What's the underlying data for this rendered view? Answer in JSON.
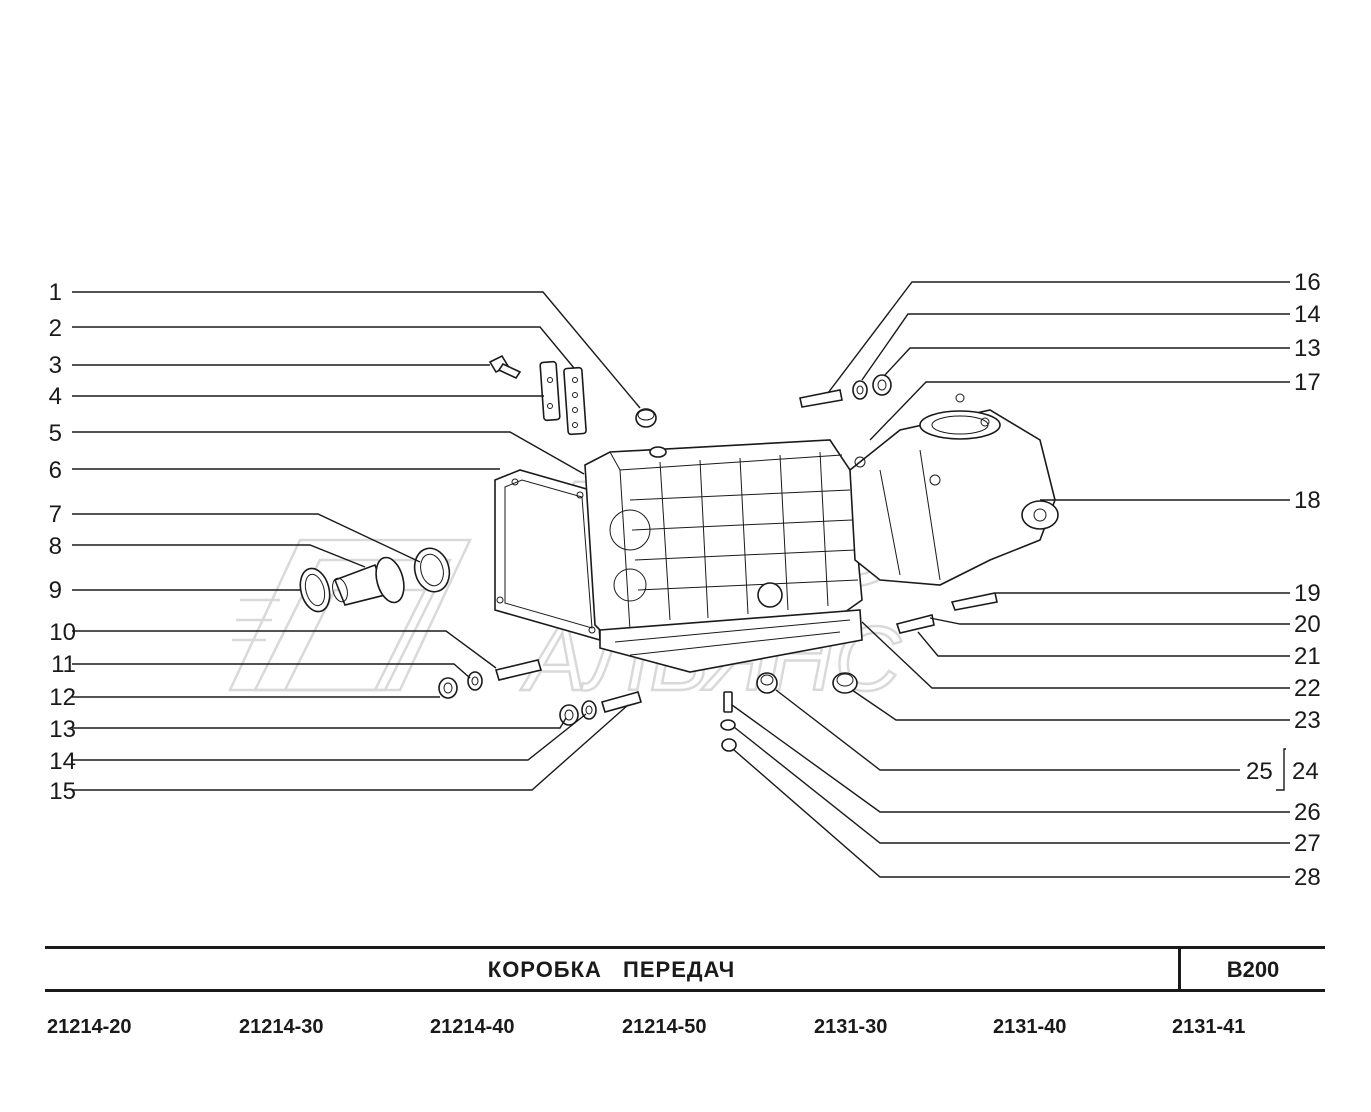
{
  "diagram": {
    "watermark": {
      "line1": "АВТО",
      "line2": "АЛЬЯНС"
    },
    "callouts_left": [
      "1",
      "2",
      "3",
      "4",
      "5",
      "6",
      "7",
      "8",
      "9",
      "10",
      "11",
      "12",
      "13",
      "14",
      "15"
    ],
    "callouts_right": [
      "16",
      "14",
      "13",
      "17",
      "18",
      "19",
      "20",
      "21",
      "22",
      "23",
      "25",
      "24",
      "26",
      "27",
      "28"
    ]
  },
  "title_block": {
    "title": "КОРОБКА   ПЕРЕДАЧ",
    "section_code": "B200"
  },
  "models": [
    "21214-20",
    "21214-30",
    "21214-40",
    "21214-50",
    "2131-30",
    "2131-40",
    "2131-41"
  ]
}
